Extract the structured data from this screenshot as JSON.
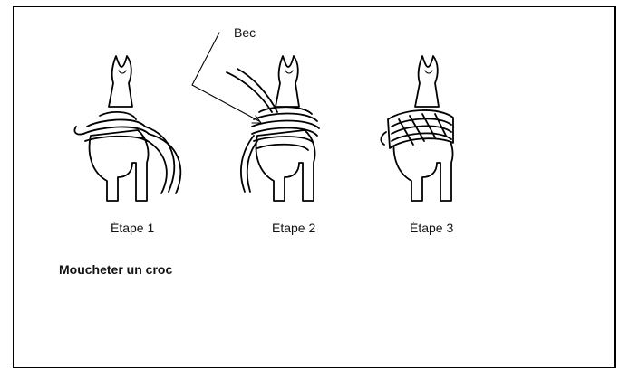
{
  "callout": {
    "text": "Bec"
  },
  "steps": [
    {
      "label": "Étape 1"
    },
    {
      "label": "Étape 2"
    },
    {
      "label": "Étape 3"
    }
  ],
  "caption": "Moucheter un croc"
}
